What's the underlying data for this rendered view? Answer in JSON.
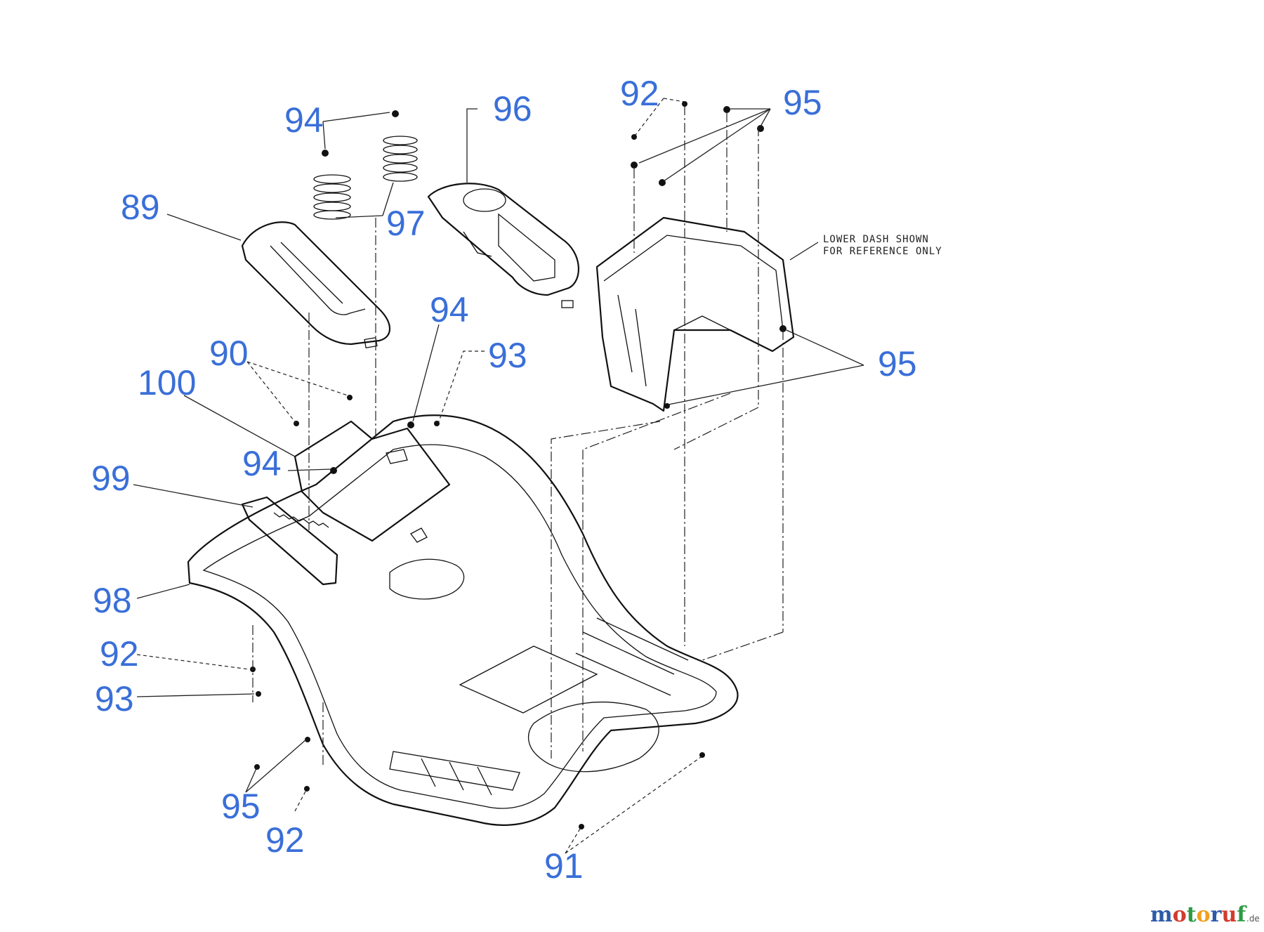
{
  "callouts": [
    {
      "id": "c-89",
      "label": "89"
    },
    {
      "id": "c-90",
      "label": "90"
    },
    {
      "id": "c-91",
      "label": "91"
    },
    {
      "id": "c-92a",
      "label": "92"
    },
    {
      "id": "c-92b",
      "label": "92"
    },
    {
      "id": "c-92c",
      "label": "92"
    },
    {
      "id": "c-93a",
      "label": "93"
    },
    {
      "id": "c-93b",
      "label": "93"
    },
    {
      "id": "c-94a",
      "label": "94"
    },
    {
      "id": "c-94b",
      "label": "94"
    },
    {
      "id": "c-94c",
      "label": "94"
    },
    {
      "id": "c-95a",
      "label": "95"
    },
    {
      "id": "c-95b",
      "label": "95"
    },
    {
      "id": "c-95c",
      "label": "95"
    },
    {
      "id": "c-96",
      "label": "96"
    },
    {
      "id": "c-97",
      "label": "97"
    },
    {
      "id": "c-98",
      "label": "98"
    },
    {
      "id": "c-99",
      "label": "99"
    },
    {
      "id": "c-100",
      "label": "100"
    }
  ],
  "note": {
    "line1": "LOWER DASH SHOWN",
    "line2": "FOR REFERENCE ONLY"
  },
  "watermark": {
    "text": "motoruf",
    "suffix": ".de",
    "colors": [
      "#2b5aa8",
      "#d23b2e",
      "#2e9a44",
      "#f0a020",
      "#2b5aa8",
      "#d23b2e",
      "#2e9a44"
    ]
  },
  "colors": {
    "callout": "#3a6fd8",
    "line": "#111111"
  }
}
